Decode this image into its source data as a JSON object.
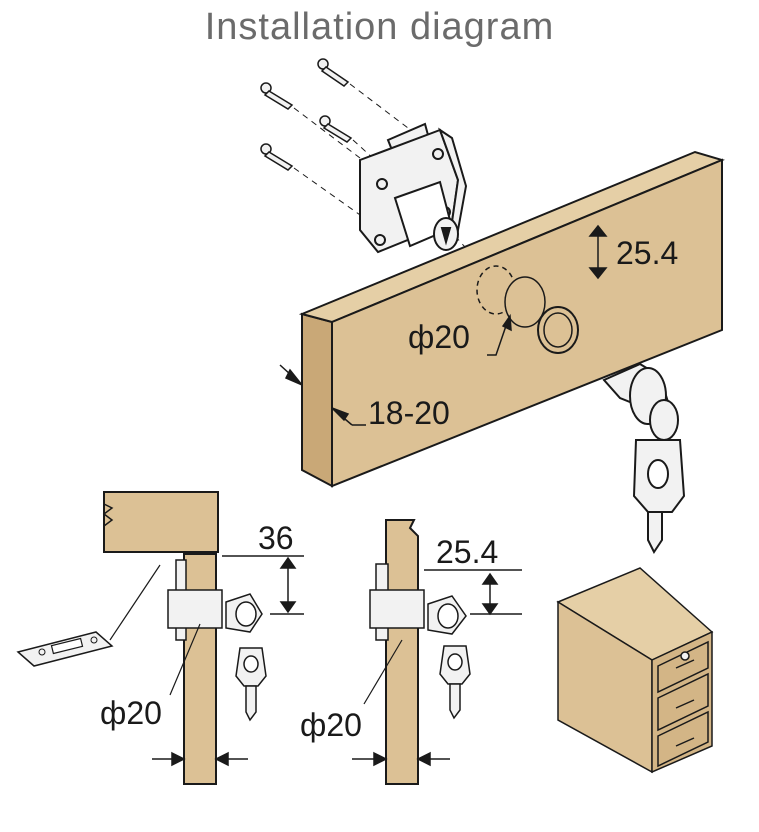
{
  "title": "Installation diagram",
  "labels": {
    "top_height": "25.4",
    "top_hole": "ф20",
    "top_thickness": "18-20",
    "left_height": "36",
    "left_hole": "ф20",
    "right_height": "25.4",
    "right_hole": "ф20"
  },
  "colors": {
    "wood": "#dcc195",
    "wood_side": "#c9a877",
    "line": "#1a1a1a",
    "metal": "#f2f2f2"
  }
}
